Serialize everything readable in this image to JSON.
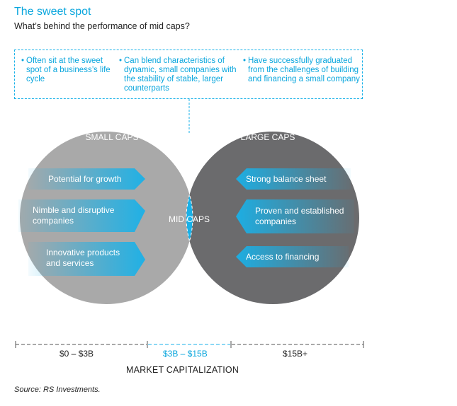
{
  "header": {
    "title": "The sweet spot",
    "subtitle": "What’s behind the performance of mid caps?"
  },
  "callouts": [
    {
      "bullet": "•",
      "text": "Often sit at the sweet spot of a business’s life cycle"
    },
    {
      "bullet": "•",
      "text": "Can blend characteristics of dynamic, small companies with the stability of stable, larger counterparts"
    },
    {
      "bullet": "•",
      "text": "Have successfully graduated from the challenges of building and financing a small company"
    }
  ],
  "small_caps": {
    "title": "SMALL CAPS",
    "items": [
      "Potential for growth",
      "Nimble and disruptive companies",
      "Innovative products and services"
    ]
  },
  "large_caps": {
    "title": "LARGE CAPS",
    "items": [
      "Strong balance sheet",
      "Proven and established companies",
      "Access to financing"
    ]
  },
  "mid_caps": {
    "title": "MID CAPS"
  },
  "axis": {
    "ranges": [
      "$0 – $3B",
      "$3B – $15B",
      "$15B+"
    ],
    "title": "MARKET CAPITALIZATION"
  },
  "source": "Source: RS Investments.",
  "colors": {
    "accent": "#0aa6dd",
    "small_circle": "#a9a9a9",
    "large_circle": "#6b6b6d",
    "mid_lens": "#19b1e8"
  }
}
